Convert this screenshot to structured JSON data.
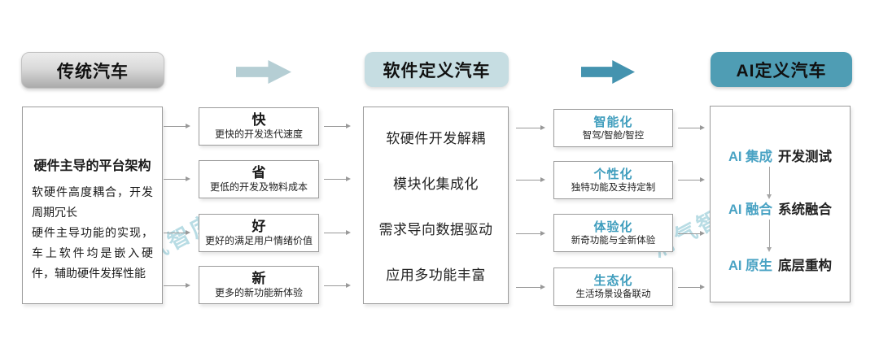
{
  "watermark_text": "清气智库",
  "stage_headers": [
    {
      "label": "传统汽车"
    },
    {
      "label": "软件定义汽车"
    },
    {
      "label": "AI定义汽车"
    }
  ],
  "traditional": {
    "title": "硬件主导的平台架构",
    "paragraphs": [
      "软硬件高度耦合，开发周期冗长",
      "硬件主导功能的实现，车上软件均是嵌入硬件，辅助硬件发挥性能"
    ]
  },
  "benefits": [
    {
      "title": "快",
      "desc": "更快的开发迭代速度"
    },
    {
      "title": "省",
      "desc": "更低的开发及物料成本"
    },
    {
      "title": "好",
      "desc": "更好的满足用户情绪价值"
    },
    {
      "title": "新",
      "desc": "更多的新功能新体验"
    }
  ],
  "software_defined": {
    "items": [
      "软硬件开发解耦",
      "模块化集成化",
      "需求导向数据驱动",
      "应用多功能丰富"
    ]
  },
  "directions": [
    {
      "title": "智能化",
      "desc": "智驾/智舱/智控"
    },
    {
      "title": "个性化",
      "desc": "独特功能及支持定制"
    },
    {
      "title": "体验化",
      "desc": "新奇功能与全新体验"
    },
    {
      "title": "生态化",
      "desc": "生活场景设备联动"
    }
  ],
  "ai_defined": {
    "stages": [
      {
        "ai": "AI 集成",
        "desc": "开发测试"
      },
      {
        "ai": "AI 融合",
        "desc": "系统融合"
      },
      {
        "ai": "AI 原生",
        "desc": "底层重构"
      }
    ]
  },
  "colors": {
    "stage1_gradient_top": "#ececec",
    "stage1_gradient_bottom": "#aaaaaa",
    "stage2_bg": "#c6dde2",
    "stage3_bg": "#4f9db4",
    "arrow_light": "#b5ced4",
    "arrow_teal": "#4493af",
    "accent_text": "#3f9dbd",
    "connector_gray": "#999999",
    "watermark": "#7dbfcd"
  }
}
